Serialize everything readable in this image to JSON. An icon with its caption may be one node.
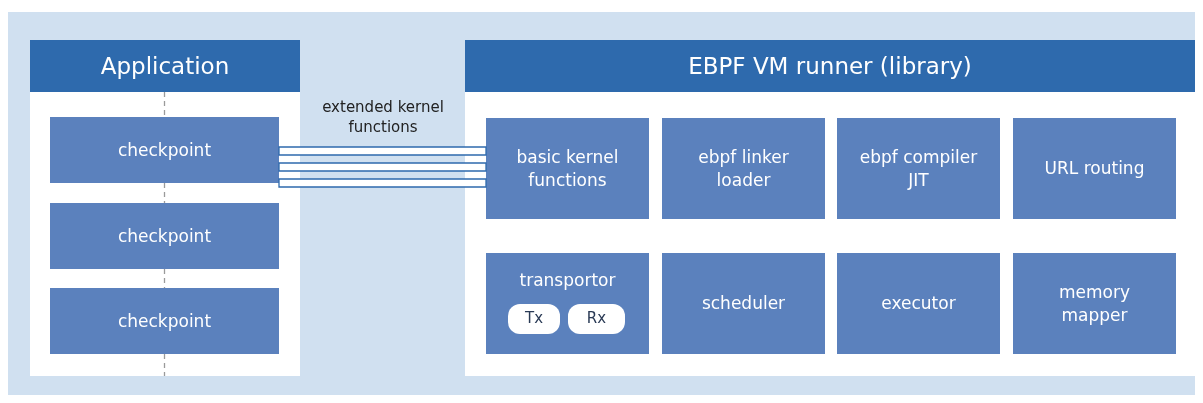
{
  "diagram": {
    "nodes": [
      {
        "text": [
          "Application"
        ]
      },
      {
        "text": [
          "checkpoint"
        ],
        "in": 0
      },
      {
        "text": [
          "checkpoint"
        ],
        "in": 0
      },
      {
        "text": [
          "checkpoint"
        ],
        "in": 0
      },
      {
        "text": [
          "EBPF VM runner (library)"
        ]
      },
      {
        "text": [
          "basic kernel functions"
        ],
        "in": 4
      },
      {
        "text": [
          "ebpf linker loader"
        ],
        "in": 4
      },
      {
        "text": [
          "ebpf compiler JIT"
        ],
        "in": 4
      },
      {
        "text": [
          "URL routing"
        ],
        "in": 4
      },
      {
        "text": [
          "transportor"
        ],
        "in": 4
      },
      {
        "text": [
          "Tx"
        ],
        "in": 9
      },
      {
        "text": [
          "Rx"
        ],
        "in": 9
      },
      {
        "text": [
          "scheduler"
        ],
        "in": 4
      },
      {
        "text": [
          "executor"
        ],
        "in": 4
      },
      {
        "text": [
          "memory mapper"
        ],
        "in": 4
      }
    ],
    "edges": [
      {
        "from": 1,
        "to": 5,
        "arrow": "none",
        "label": "extended kernel functions",
        "color": "#2e6aad"
      },
      {
        "from": 1,
        "to": 5,
        "arrow": "none",
        "color": "#2e6aad"
      },
      {
        "from": 1,
        "to": 5,
        "arrow": "none",
        "color": "#2e6aad"
      },
      {
        "from": null,
        "to": 1,
        "arrow": "none",
        "style": "dashed",
        "color": "#9a9a9a"
      },
      {
        "from": 1,
        "to": 2,
        "arrow": "none",
        "style": "dashed",
        "color": "#9a9a9a"
      },
      {
        "from": 2,
        "to": 3,
        "arrow": "none",
        "style": "dashed",
        "color": "#9a9a9a"
      },
      {
        "from": 3,
        "to": null,
        "arrow": "none",
        "style": "dashed",
        "color": "#9a9a9a"
      }
    ]
  }
}
